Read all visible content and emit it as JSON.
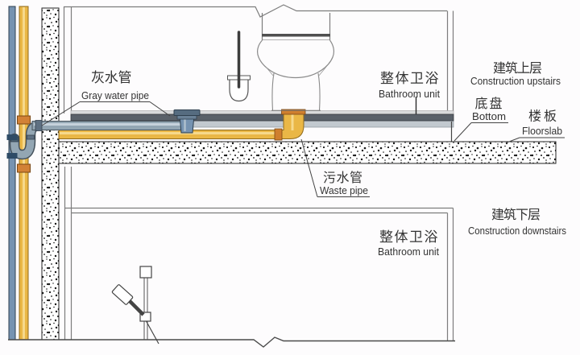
{
  "diagram": {
    "type": "architectural-section",
    "subject": "prefabricated bathroom unit plumbing between two floors"
  },
  "labels": {
    "gray_water": {
      "zh": "灰水管",
      "en": "Gray water pipe"
    },
    "waste": {
      "zh": "污水管",
      "en": "Waste pipe"
    },
    "unit_upper": {
      "zh": "整体卫浴",
      "en": "Bathroom unit"
    },
    "unit_lower": {
      "zh": "整体卫浴",
      "en": "Bathroom unit"
    },
    "upstairs": {
      "zh": "建筑上层",
      "en": "Construction upstairs"
    },
    "downstairs": {
      "zh": "建筑下层",
      "en": "Construction downstairs"
    },
    "pan": {
      "zh": "底盘",
      "en": "Bottom"
    },
    "slab": {
      "zh": "楼板",
      "en": "Floorslab"
    }
  },
  "colors": {
    "yellow_pipe": "#eab746",
    "yellow_pipe_outline": "#8f6a1d",
    "orange_fitting": "#d28136",
    "blue_pipe": "#7693b1",
    "blue_pipe_outline": "#2e3f4e",
    "gray_pipe": "#93a6b3",
    "gray_pipe_outline": "#46525c",
    "pan_dark": "#5a6169",
    "pan_light": "#d9dadb",
    "text": "#333333"
  }
}
